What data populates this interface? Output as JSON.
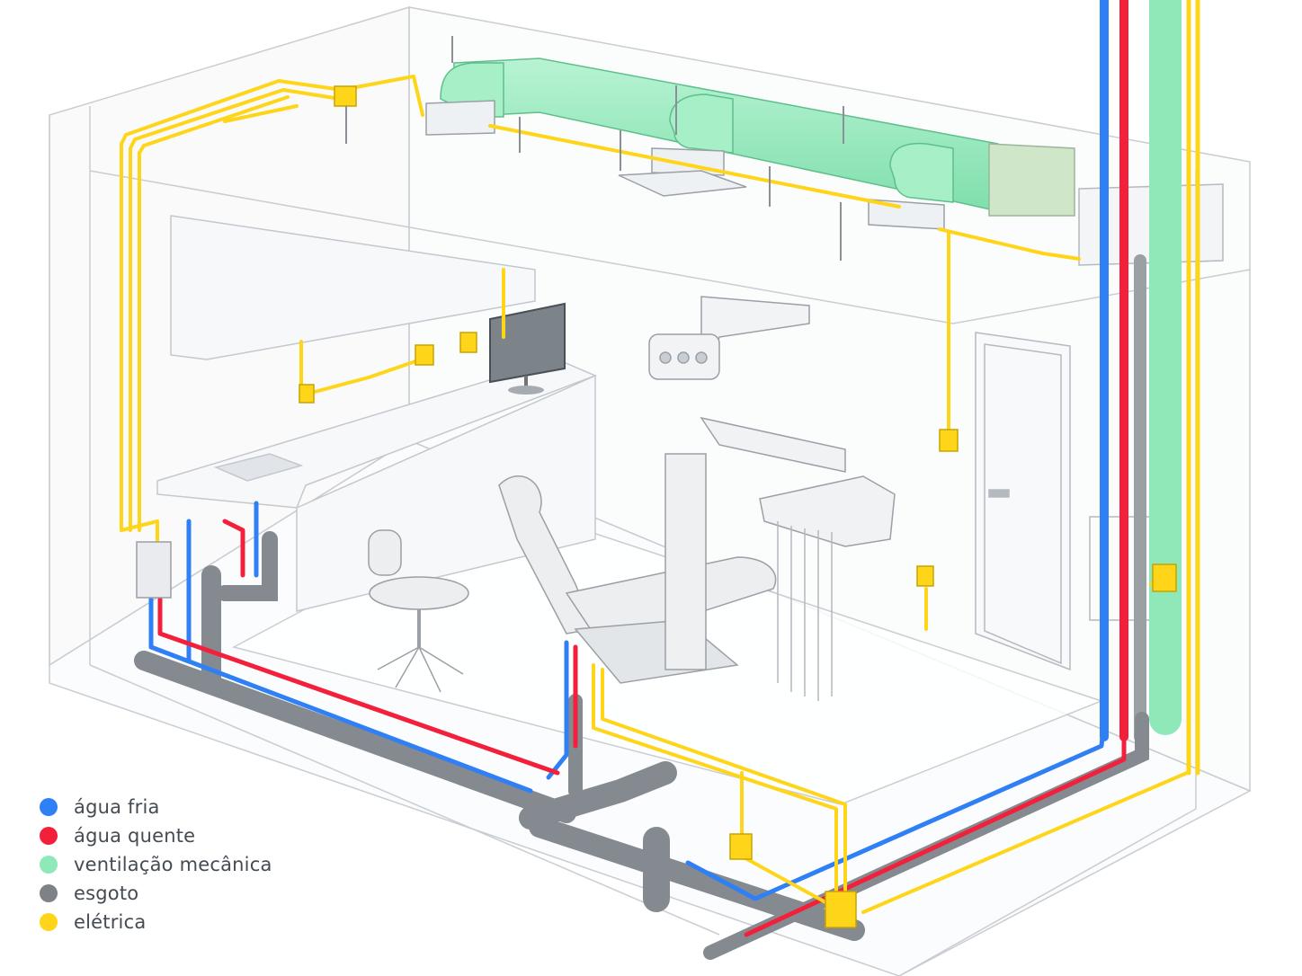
{
  "legend": {
    "items": [
      {
        "key": "cold",
        "label": "água fria",
        "color": "#2f7ff5"
      },
      {
        "key": "hot",
        "label": "água quente",
        "color": "#f2203a"
      },
      {
        "key": "vent",
        "label": "ventilação mecânica",
        "color": "#8fe8b8"
      },
      {
        "key": "sewer",
        "label": "esgoto",
        "color": "#7e8287"
      },
      {
        "key": "elec",
        "label": "elétrica",
        "color": "#ffd51a"
      }
    ]
  },
  "colors": {
    "duct": "#96ecbe",
    "duct_dark": "#6fd79f",
    "pipe_cold": "#2f7ff5",
    "pipe_hot": "#f2203a",
    "pipe_sewer": "#858a90",
    "conduit": "#ffd51a",
    "wall_line": "#c9cdd2"
  }
}
